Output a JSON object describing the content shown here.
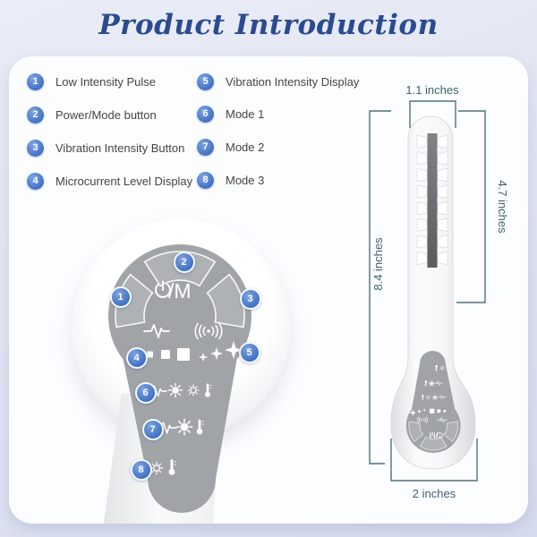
{
  "title": "Product Introduction",
  "legend": {
    "items": [
      {
        "num": "1",
        "label": "Low Intensity Pulse"
      },
      {
        "num": "2",
        "label": "Power/Mode button"
      },
      {
        "num": "3",
        "label": "Vibration Intensity Button"
      },
      {
        "num": "4",
        "label": "Microcurrent Level Display"
      },
      {
        "num": "5",
        "label": "Vibration Intensity Display"
      },
      {
        "num": "6",
        "label": "Mode 1"
      },
      {
        "num": "7",
        "label": "Mode 2"
      },
      {
        "num": "8",
        "label": "Mode 3"
      }
    ]
  },
  "device_panel": {
    "power_mode_label": "/M",
    "icon_names": [
      "power-icon",
      "pulse-icon",
      "vibration-icon",
      "microcurrent-level-squares",
      "sparkle-icons",
      "sun-filled-icon",
      "sun-outline-icon",
      "thermometer-icon"
    ]
  },
  "dimensions": {
    "top_width": "1.1 inches",
    "roller_height": "4.7 inches",
    "total_height": "8.4 inches",
    "head_width": "2 inches"
  },
  "colors": {
    "accent_blue": "#3e6fc4",
    "title_blue": "#2b4b90",
    "panel_gray": "#a1a4a7",
    "dimension_teal": "#51707a",
    "background": "#e2e6f2",
    "card_white": "#fcfdff"
  }
}
